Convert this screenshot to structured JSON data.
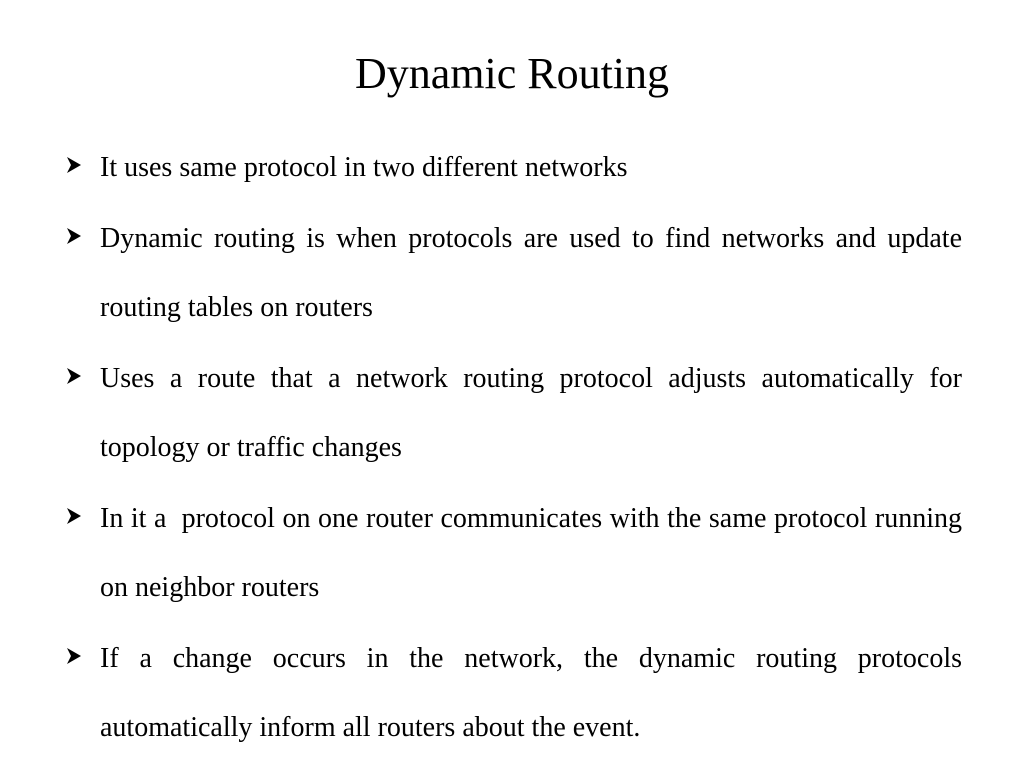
{
  "slide": {
    "title": "Dynamic Routing",
    "bullets": [
      {
        "icon": "arrow-bullet-icon",
        "text": "It uses same protocol in two different networks"
      },
      {
        "icon": "arrow-bullet-icon",
        "text": "Dynamic routing is when protocols are used to find networks and update routing tables on routers"
      },
      {
        "icon": "arrow-bullet-icon",
        "text": "Uses a route that a network routing protocol adjusts automatically for topology or traffic changes"
      },
      {
        "icon": "arrow-bullet-icon",
        "text": "In it a  protocol on one router communicates with the same protocol running on neighbor routers"
      },
      {
        "icon": "arrow-bullet-icon",
        "text": "If a change occurs in the network, the dynamic routing protocols automatically inform all routers about the event."
      }
    ]
  },
  "colors": {
    "background": "#ffffff",
    "text": "#000000"
  }
}
